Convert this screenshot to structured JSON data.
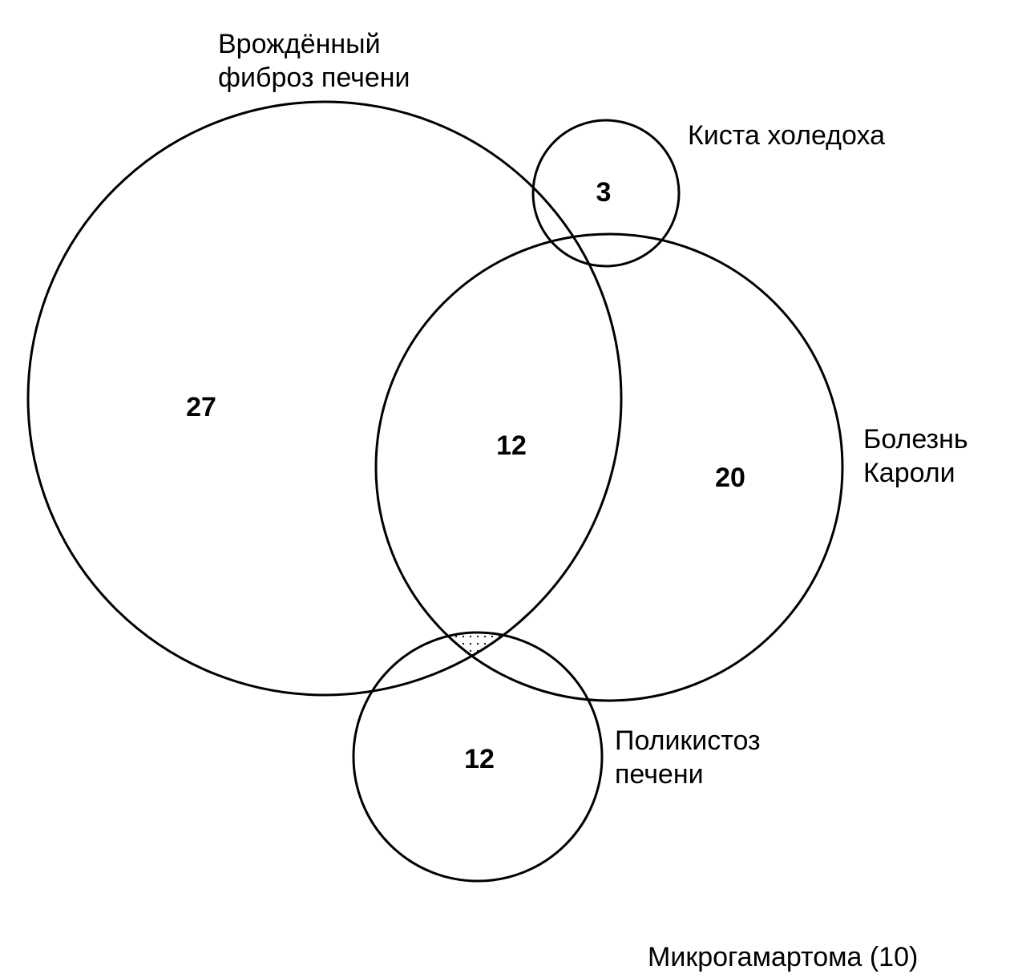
{
  "sets": [
    {
      "id": "fibrosis",
      "label_lines": [
        "Врождённый",
        "фиброз печени"
      ],
      "count": "27"
    },
    {
      "id": "choledochal",
      "label_lines": [
        "Киста холедоха"
      ],
      "count": "3"
    },
    {
      "id": "caroli",
      "label_lines": [
        "Болезнь",
        "Кароли"
      ],
      "count": "20"
    },
    {
      "id": "polycystic",
      "label_lines": [
        "Поликистоз",
        "печени"
      ],
      "count": "12"
    }
  ],
  "overlap_fibrosis_caroli": {
    "count": "12"
  },
  "footnote": "Микрогамартома (10)",
  "colors": {
    "stroke": "#000000",
    "background": "#ffffff",
    "text": "#000000"
  }
}
